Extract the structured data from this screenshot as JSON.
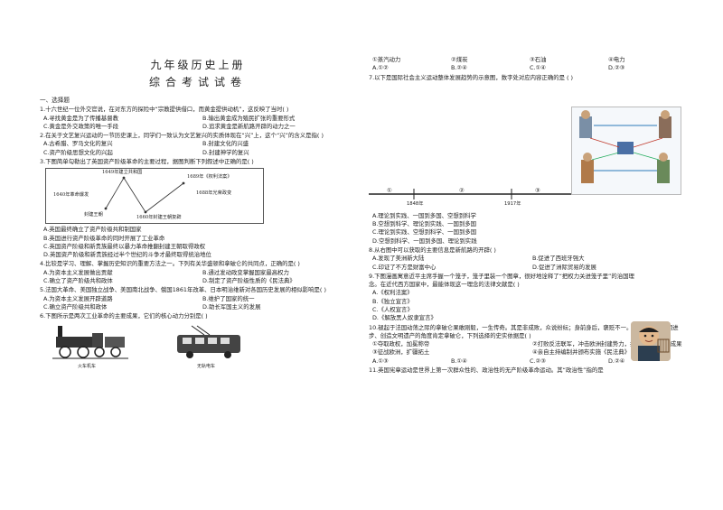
{
  "title_line1": "九年级历史上册",
  "title_line2": "综合考试试卷",
  "section1": "一、选择题",
  "q1": {
    "stem": "1.十六世纪一位外交官说，在对东方的探险中“宗教提供借口，而黄金提供动机”，这反映了当时(     )",
    "options": [
      "A.寻找黄金是为了传播基督教",
      "B.输出黄金成为殖民扩张的重要形式",
      "C.黄金是外交政策的唯一手段",
      "D.追求黄金是新航路开辟的动力之一"
    ]
  },
  "q2": {
    "stem": "2.在关于文艺复兴运动的一节历史课上，同学们一致认为文艺复兴的实质体现在“兴”上，这个“兴”的含义是指(     )",
    "options": [
      "A.古希腊、罗马文化的复兴",
      "B.封建文化的兴盛",
      "C.资产阶级思想文化的兴起",
      "D.封建神学的复兴"
    ]
  },
  "q3": {
    "stem": "3.下图简单勾勒出了英国资产阶级革命的主要过程，据图判断下列叙述中正确的是(     )",
    "chart_labels": [
      "1649年建立共和国",
      "1689年《权利法案》",
      "1640年革命爆发",
      "1688年光荣政变",
      "封建王朝",
      "1660年封建王朝复辟"
    ],
    "options": [
      "A.英国最终确立了资产阶级共和制国家",
      "B.英国进行资产阶级革命的同时开展了工业革命",
      "C.英国资产阶级和新贵族最终以暴力革命推翻封建王朝取得政权",
      "D.英国资产阶级和新贵族经过半个世纪的斗争才最终取得统治地位"
    ]
  },
  "q4": {
    "stem": "4.比较是学习、理解、掌握历史知识的重要方法之一。下列有关华盛顿和拿破仑的共同点，正确的是(     )",
    "options": [
      "A.为资本主义发展做出贡献",
      "B.通过发动政变掌握国家最高权力",
      "C.确立了资产阶级共和政体",
      "D.制定了资产阶级性质的《民法典》"
    ]
  },
  "q5": {
    "stem": "5.法国大革命、美国独立战争、美国南北战争、俄国1861年改革、日本明治维新对各国历史发展的相似影响是(     )",
    "options": [
      "A.为资本主义发展开辟道路",
      "B.维护了国家的统一",
      "C.确立资产阶级共和政体",
      "D.助长军国主义的发展"
    ]
  },
  "q6": {
    "stem": "6.下图所示是两次工业革命的主要成果，它们的核心动力分别是(     )",
    "captions": [
      "火车机车",
      "无轨电车"
    ]
  },
  "q6_options": [
    "①蒸汽动力",
    "②煤炭",
    "③石油",
    "④电力"
  ],
  "q6_answers": [
    "A.①②",
    "B.②④",
    "C.①④",
    "D.②③"
  ],
  "q7": {
    "stem": "7.以下是国际社会主义运动整体发展趋势的示意图，数字处对应内容正确的是   (     )",
    "timeline": [
      "①",
      "②",
      "③"
    ],
    "years": [
      "1848年",
      "1917年"
    ],
    "options": [
      "A.理论到实践、一国到多国、空想到科学",
      "B.空想到科学、理论到实践、一国到多国",
      "C.理论到实践、空想到科学、一国到多国",
      "D.空想到科学、一国到多国、理论到实践"
    ]
  },
  "q8": {
    "stem": "8.从右图中可以获取的主要信息是新航路的开辟(     )",
    "options": [
      "A.发现了美洲新大陆",
      "B.促进了西班牙强大",
      "C.印证了不方是财富中心",
      "D.促进了洲际贸易的发展"
    ]
  },
  "q9": {
    "stem": "9.下图漫画寓意近平主席手握一个笼子，笼子里装一个图章，很好地诠释了“把权力关进笼子里”的治国理念。在近代西方国家中，最能体现这一理念的法律文献是(     )",
    "options": [
      "A.《权利法案》",
      "B.《独立宣言》",
      "C.《人权宣言》",
      "D.《解放黑人奴隶宣言》"
    ]
  },
  "q10": {
    "stem": "10.褪起于法国动荡之际的拿破仑果敢刚毅，一生传奇。其是非成败，众说纷纭；身前身后，褒贬不一。如果以推动文明进步、创造文明遗产的角度肯定拿破仑，下列选择的史实依据是(     )",
    "facts": [
      "①夺取政权，加冕称帝",
      "②打败反法联军，冲击欧洲封建势力，扩散法国大革命成果",
      "③征战欧洲，扩疆拓土",
      "④亲自主持编制并颁布实施《民法典》"
    ],
    "options": [
      "A.①③",
      "B.①④",
      "C.②③",
      "D.②④"
    ]
  },
  "q11": {
    "stem": "11.英国宪章运动是世界上第一次群众性的、政治性的无产阶级革命运动。其“政治性”指的是"
  }
}
